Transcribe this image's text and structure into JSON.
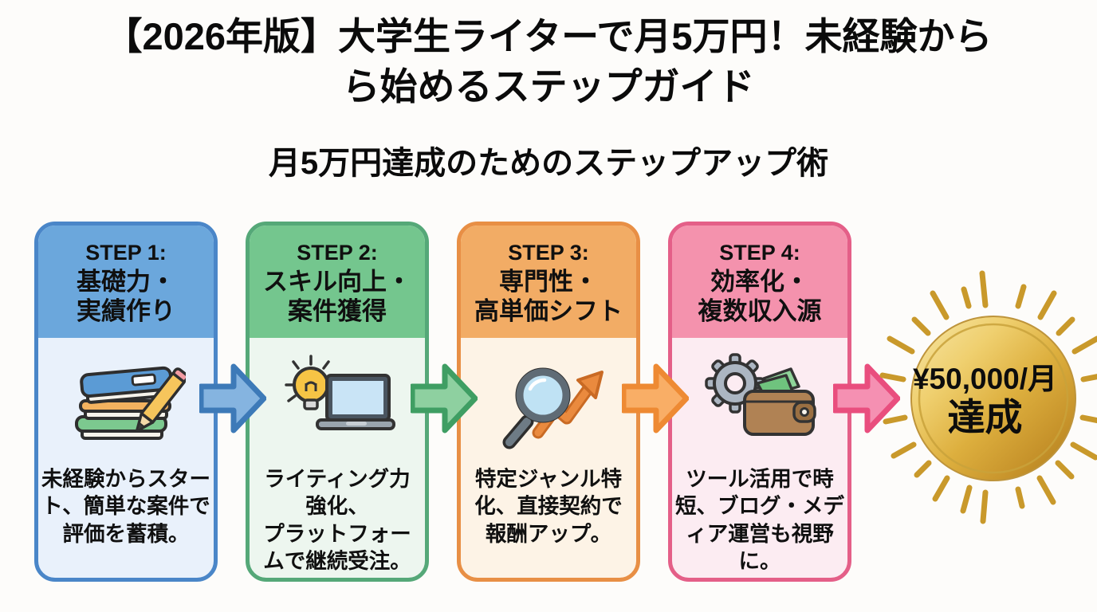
{
  "page": {
    "title": "【2026年版】大学生ライターで月5万円！未経験から\nら始めるステップガイド",
    "subtitle": "月5万円達成のためのステップアップ術",
    "background_color": "#FDFCFA"
  },
  "steps": [
    {
      "label": "STEP 1:",
      "heading": "基礎力・\n実績作り",
      "description": "未経験からスター\nト、簡単な案件で\n評価を蓄積。",
      "icon": "books-pencil-icon",
      "colors": {
        "border": "#4A86C8",
        "header": "#6BA7DC",
        "body": "#E9F1FB",
        "arrow_fill": "#85B4E0",
        "arrow_stroke": "#3D7AB8"
      }
    },
    {
      "label": "STEP 2:",
      "heading": "スキル向上・\n案件獲得",
      "description": "ライティング力\n強化、\nプラットフォー\nムで継続受注。",
      "icon": "bulb-laptop-icon",
      "colors": {
        "border": "#55A878",
        "header": "#74C68E",
        "body": "#EDF6EF",
        "arrow_fill": "#8ED0A0",
        "arrow_stroke": "#3F9E63"
      }
    },
    {
      "label": "STEP 3:",
      "heading": "専門性・\n高単価シフト",
      "description": "特定ジャンル特\n化、直接契約で\n報酬アップ。",
      "icon": "magnifier-growth-icon",
      "colors": {
        "border": "#E88F45",
        "header": "#F2AC65",
        "body": "#FDF3E6",
        "arrow_fill": "#F9AE66",
        "arrow_stroke": "#EE8A33"
      }
    },
    {
      "label": "STEP 4:",
      "heading": "効率化・\n複数収入源",
      "description": "ツール活用で時\n短、ブログ・メデ\nィア運営も視野\nに。",
      "icon": "gear-wallet-icon",
      "colors": {
        "border": "#E45F88",
        "header": "#F492AD",
        "body": "#FCECF2",
        "arrow_fill": "#F590B2",
        "arrow_stroke": "#E94E7E"
      }
    }
  ],
  "goal": {
    "amount": "¥50,000/月",
    "label": "達成",
    "colors": {
      "gold_light": "#F7E7A8",
      "gold_mid": "#DDAF3E",
      "gold_dark": "#AA7A1A",
      "ray": "#C9992B"
    }
  }
}
